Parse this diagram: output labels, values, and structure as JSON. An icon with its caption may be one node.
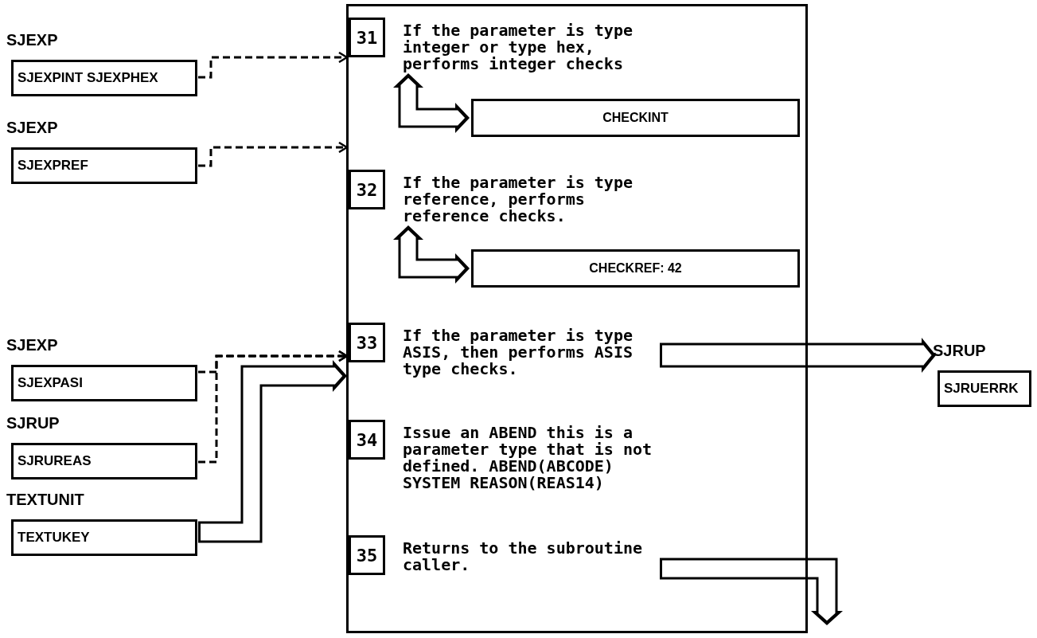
{
  "diagram": {
    "nodes": [
      {
        "text": [
          "SJEXP",
          "SJEXPINT SJEXPHEX"
        ]
      },
      {
        "text": [
          "SJEXP",
          "SJEXPREF"
        ]
      },
      {
        "text": [
          "SJEXP",
          "SJEXPASI"
        ]
      },
      {
        "text": [
          "SJRUP",
          "SJRUREAS"
        ]
      },
      {
        "text": [
          "TEXTUNIT",
          "TEXTUKEY"
        ]
      },
      {
        "text": [],
        "shape": "box"
      },
      {
        "text": [
          "31",
          "If the parameter is type integer or type hex, performs integer checks"
        ],
        "in": 5
      },
      {
        "text": [
          "CHECKINT"
        ],
        "in": 5
      },
      {
        "text": [
          "32",
          "If the parameter is type reference, performs reference checks."
        ],
        "in": 5
      },
      {
        "text": [
          "CHECKREF: 42"
        ],
        "in": 5
      },
      {
        "text": [
          "33",
          "If the parameter is type ASIS, then performs ASIS type checks."
        ],
        "in": 5
      },
      {
        "text": [
          "34",
          "Issue an ABEND this is a parameter type that is not defined. ABEND(ABCODE) SYSTEM REASON(REAS14)"
        ],
        "in": 5
      },
      {
        "text": [
          "35",
          "Returns to the subroutine caller."
        ],
        "in": 5
      },
      {
        "text": [
          "SJRUP",
          "SJRUERRK"
        ]
      }
    ],
    "edges": [
      {
        "from": 0,
        "to": 6,
        "arrow": "to",
        "style": "dashed"
      },
      {
        "from": 1,
        "to": 8,
        "arrow": "to",
        "style": "dashed"
      },
      {
        "from": 2,
        "to": 10,
        "arrow": "to",
        "style": "dashed"
      },
      {
        "from": 3,
        "to": 10,
        "arrow": "to",
        "style": "dashed"
      },
      {
        "from": 4,
        "to": 10,
        "arrow": "to"
      },
      {
        "from": 6,
        "to": 7,
        "arrow": "both"
      },
      {
        "from": 8,
        "to": 9,
        "arrow": "both"
      },
      {
        "from": 10,
        "to": 13,
        "arrow": "to"
      },
      {
        "from": 12,
        "to": null,
        "arrow": "to"
      }
    ]
  }
}
